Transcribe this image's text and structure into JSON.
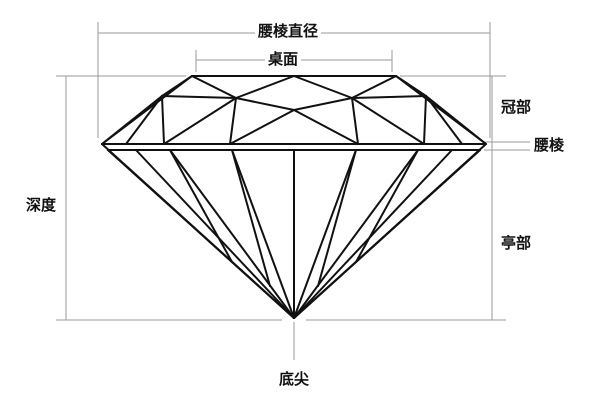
{
  "labels": {
    "girdle_diameter": "腰棱直径",
    "table": "桌面",
    "crown": "冠部",
    "girdle": "腰棱",
    "depth": "深度",
    "pavilion": "亭部",
    "culet": "底尖"
  },
  "colors": {
    "line": "#111111",
    "dimension_line": "#9a9a9a",
    "background": "#ffffff"
  }
}
